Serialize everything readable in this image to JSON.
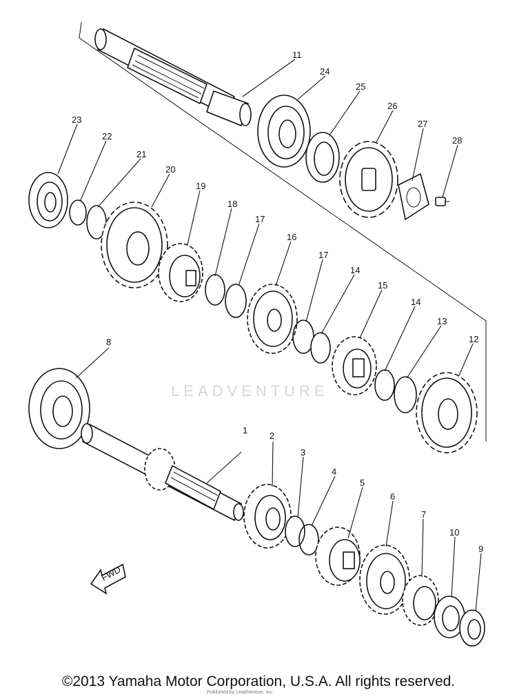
{
  "watermark": "LEADVENTURE",
  "fwd_label": "FWD",
  "copyright": "©2013 Yamaha Motor Corporation, U.S.A. All rights reserved.",
  "publisher": "Published by LeadVenture, Inc.",
  "parts": [
    {
      "number": "1"
    },
    {
      "number": "2"
    },
    {
      "number": "3"
    },
    {
      "number": "4"
    },
    {
      "number": "5"
    },
    {
      "number": "6"
    },
    {
      "number": "7"
    },
    {
      "number": "8"
    },
    {
      "number": "9"
    },
    {
      "number": "10"
    },
    {
      "number": "11"
    },
    {
      "number": "12"
    },
    {
      "number": "13"
    },
    {
      "number": "14"
    },
    {
      "number": "14"
    },
    {
      "number": "15"
    },
    {
      "number": "16"
    },
    {
      "number": "17"
    },
    {
      "number": "17"
    },
    {
      "number": "18"
    },
    {
      "number": "19"
    },
    {
      "number": "20"
    },
    {
      "number": "21"
    },
    {
      "number": "22"
    },
    {
      "number": "23"
    },
    {
      "number": "24"
    },
    {
      "number": "25"
    },
    {
      "number": "26"
    },
    {
      "number": "27"
    },
    {
      "number": "28"
    }
  ]
}
